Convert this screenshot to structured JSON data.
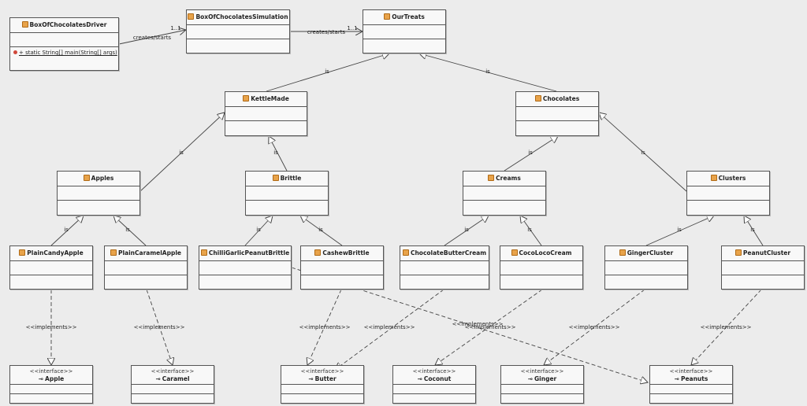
{
  "classes": [
    {
      "id": "driver",
      "name": "BoxOfChocolatesDriver",
      "method": "+ static String[] main(String[] args)"
    },
    {
      "id": "simulation",
      "name": "BoxOfChocolatesSimulation"
    },
    {
      "id": "ourtreats",
      "name": "OurTreats"
    },
    {
      "id": "kettlemade",
      "name": "KettleMade"
    },
    {
      "id": "chocolates",
      "name": "Chocolates"
    },
    {
      "id": "apples",
      "name": "Apples"
    },
    {
      "id": "brittle",
      "name": "Brittle"
    },
    {
      "id": "creams",
      "name": "Creams"
    },
    {
      "id": "clusters",
      "name": "Clusters"
    },
    {
      "id": "plaincandyapple",
      "name": "PlainCandyApple"
    },
    {
      "id": "plaincaramelapple",
      "name": "PlainCaramelApple"
    },
    {
      "id": "chilligarlic",
      "name": "ChilliGarlicPeanutBrittle"
    },
    {
      "id": "cashewbrittle",
      "name": "CashewBrittle"
    },
    {
      "id": "chocbuttercream",
      "name": "ChocolateButterCream"
    },
    {
      "id": "cocoloco",
      "name": "CocoLocoCream"
    },
    {
      "id": "gingercluster",
      "name": "GingerCluster"
    },
    {
      "id": "peanutcluster",
      "name": "PeanutCluster"
    }
  ],
  "interfaces": [
    {
      "id": "apple",
      "name": "Apple"
    },
    {
      "id": "caramel",
      "name": "Caramel"
    },
    {
      "id": "butter",
      "name": "Butter"
    },
    {
      "id": "coconut",
      "name": "Coconut"
    },
    {
      "id": "ginger",
      "name": "Ginger"
    },
    {
      "id": "peanuts",
      "name": "Peanuts"
    }
  ],
  "labels": {
    "creates": "creates/starts",
    "multiplicity": "1..1",
    "is": "is",
    "implements": "<<implements>>",
    "interface_stereotype": "<<interface>>"
  },
  "colors": {
    "background": "#ececec",
    "box": "#f8f8f8",
    "border": "#555555",
    "class_icon": "#e8a34a",
    "static_marker": "#d0483b"
  }
}
